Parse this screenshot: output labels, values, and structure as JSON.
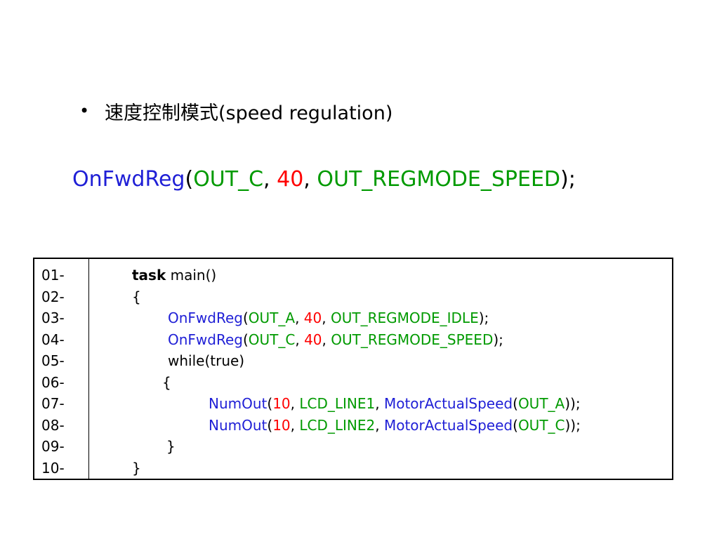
{
  "bullet": {
    "dot": "•",
    "text": "速度控制模式(speed regulation)"
  },
  "call_example": {
    "func": "OnFwdReg",
    "open": "(",
    "arg1": "OUT_C",
    "sep1": ", ",
    "arg2": "40",
    "sep2": ", ",
    "arg3": "OUT_REGMODE_SPEED",
    "close": ");"
  },
  "code": {
    "line_numbers": [
      "01-",
      "02-",
      "03-",
      "04-",
      "05-",
      "06-",
      "07-",
      "08-",
      "09-",
      "10-"
    ],
    "l1": {
      "kw": "task",
      "rest": " main()"
    },
    "l2": "{",
    "l3": {
      "func": "OnFwdReg",
      "open": "(",
      "a1": "OUT_A",
      "s1": ", ",
      "a2": "40",
      "s2": ", ",
      "a3": "OUT_REGMODE_IDLE",
      "close": ");"
    },
    "l4": {
      "func": "OnFwdReg",
      "open": "(",
      "a1": "OUT_C",
      "s1": ", ",
      "a2": "40",
      "s2": ", ",
      "a3": "OUT_REGMODE_SPEED",
      "close": ");"
    },
    "l5": "while(true)",
    "l6": "{",
    "l7": {
      "func": "NumOut",
      "open": "(",
      "a1": "10",
      "s1": ", ",
      "a2": "LCD_LINE1",
      "s2": ", ",
      "f2": "MotorActualSpeed",
      "open2": "(",
      "a3": "OUT_A",
      "close": "));"
    },
    "l8": {
      "func": "NumOut",
      "open": "(",
      "a1": "10",
      "s1": ", ",
      "a2": "LCD_LINE2",
      "s2": ", ",
      "f2": "MotorActualSpeed",
      "open2": "(",
      "a3": "OUT_C",
      "close": "));"
    },
    "l9": "}",
    "l10": "}"
  },
  "colors": {
    "function": "#1f1fd6",
    "constant": "#009a00",
    "number": "#ff0000"
  }
}
